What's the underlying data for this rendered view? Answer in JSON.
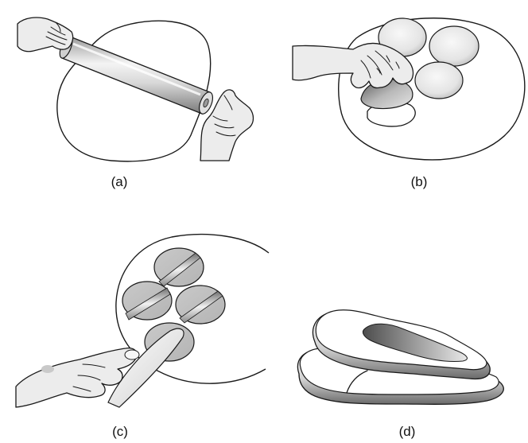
{
  "figure": {
    "panels": [
      {
        "id": "a",
        "label": "(a)",
        "depicts": "rolling-pin-flattening-dough"
      },
      {
        "id": "b",
        "label": "(b)",
        "depicts": "pressing-dough-circles"
      },
      {
        "id": "c",
        "label": "(c)",
        "depicts": "cutting-circles-with-knife"
      },
      {
        "id": "d",
        "label": "(d)",
        "depicts": "stacked-folded-dough-shape"
      }
    ]
  }
}
